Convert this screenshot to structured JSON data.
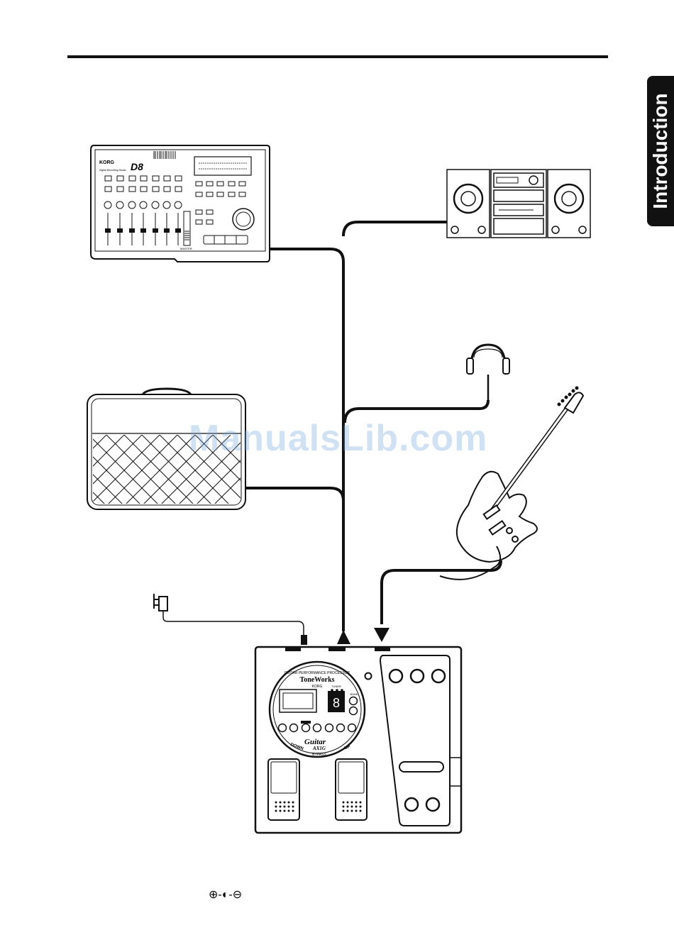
{
  "section_tab": {
    "label": "Introduction"
  },
  "recorder": {
    "brand": "KORG",
    "model": "D8",
    "subtitle": "Digital Recording Studio",
    "master_label": "MASTER"
  },
  "processor": {
    "header": "GUITAR PERFORMANCE PROCESSOR",
    "brand": "ToneWorks",
    "maker": "KORG",
    "script": "Guitar",
    "model": "AX1G",
    "down_label": "DOWN",
    "up_label": "UP",
    "bypass_label": "BYPASS",
    "tuner_label": "TUNER",
    "bank_label": "BANK",
    "display_digit": "8"
  },
  "watermark": {
    "text": "ManualsLib.com"
  },
  "polarity_symbol": {
    "text": "⊕-◐-⊖"
  }
}
